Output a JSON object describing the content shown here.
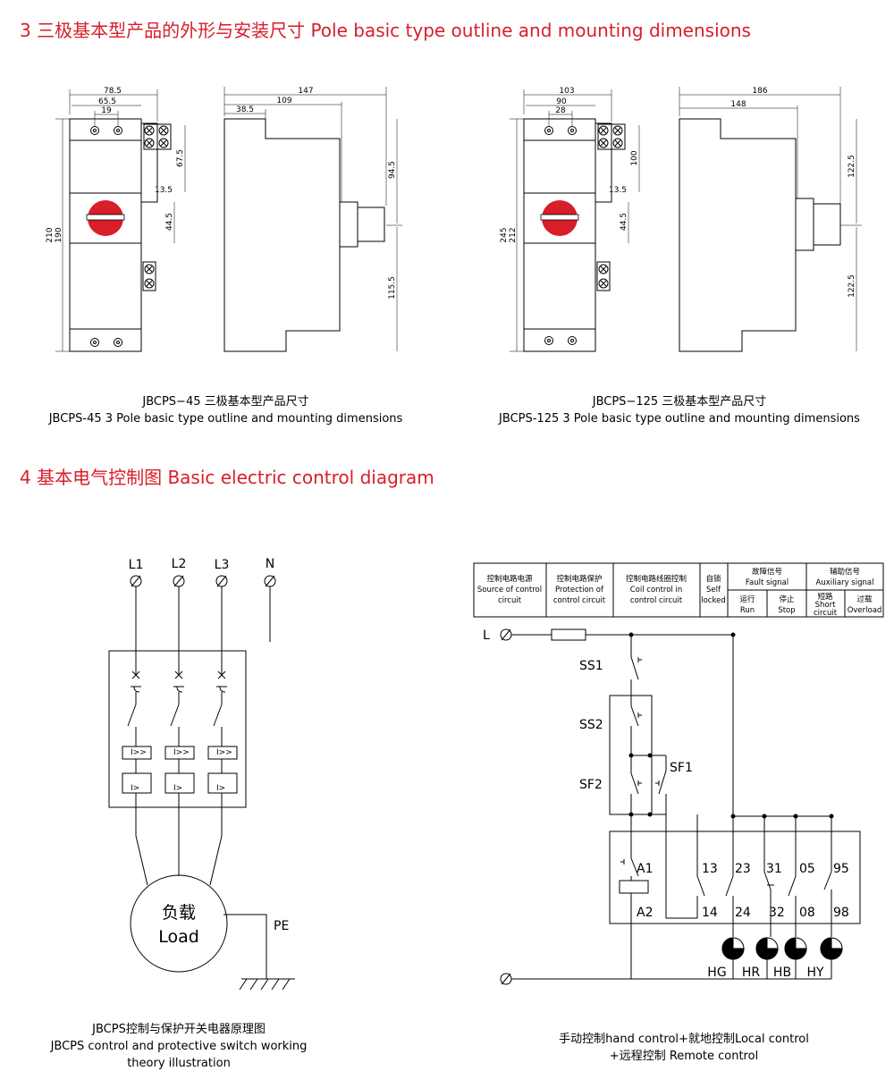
{
  "section3": {
    "title": "3  三极基本型产品的外形与安装尺寸 Pole basic type outline and mounting dimensions"
  },
  "section4": {
    "title": "4  基本电气控制图 Basic electric control diagram"
  },
  "jb45": {
    "caption_cn": "JBCPS−45 三极基本型产品尺寸",
    "caption_en": "JBCPS-45 3 Pole basic type outline and mounting dimensions",
    "front_dims": {
      "w1": "78.5",
      "w2": "65.5",
      "w3": "19",
      "h1": "210",
      "h2": "190",
      "r1": "67.5",
      "r2": "13.5",
      "r3": "44.5"
    },
    "side_dims": {
      "d1": "147",
      "d2": "109",
      "d3": "38.5",
      "h1": "94.5",
      "h2": "115.5"
    }
  },
  "jb125": {
    "caption_cn": "JBCPS−125 三极基本型产品尺寸",
    "caption_en": "JBCPS-125 3 Pole basic type outline and mounting dimensions",
    "front_dims": {
      "w1": "103",
      "w2": "90",
      "w3": "28",
      "h1": "245",
      "h2": "212",
      "r1": "100",
      "r2": "13.5",
      "r3": "44.5"
    },
    "side_dims": {
      "d1": "186",
      "d2": "148",
      "h1": "122.5",
      "h2": "122.5"
    }
  },
  "wiring": {
    "phases": [
      "L1",
      "L2",
      "L3",
      "N"
    ],
    "load_cn": "负载",
    "load_en": "Load",
    "pe": "PE",
    "caption_line1": "JBCPS控制与保护开关电器原理图",
    "caption_line2": "JBCPS control and protective switch working",
    "caption_line3": "theory illustration"
  },
  "control": {
    "table": {
      "col1_cn": "控制电路电源",
      "col1_en1": "Source of control",
      "col1_en2": "circuit",
      "col2_cn": "控制电路保护",
      "col2_en1": "Protection of",
      "col2_en2": "control circuit",
      "col3_cn": "控制电路线圈控制",
      "col3_en1": "Coil control in",
      "col3_en2": "control circuit",
      "col4_cn": "自锁",
      "col4_en1": "Self",
      "col4_en2": "locked",
      "fault_cn": "故障信号",
      "fault_en": "Fault signal",
      "aux_cn": "辅助信号",
      "aux_en": "Auxiliary signal",
      "run_cn": "运行",
      "run_en": "Run",
      "stop_cn": "停止",
      "stop_en": "Stop",
      "short_cn": "短路",
      "short_en1": "Short",
      "short_en2": "circuit",
      "over_cn": "过载",
      "over_en": "Overload"
    },
    "labels": {
      "L": "L",
      "SS1": "SS1",
      "SS2": "SS2",
      "SF2": "SF2",
      "SF1": "SF1",
      "A1": "A1",
      "A2": "A2"
    },
    "terminals_top": [
      "13",
      "23",
      "31",
      "05",
      "95"
    ],
    "terminals_bottom": [
      "14",
      "24",
      "32",
      "08",
      "98"
    ],
    "lamps": [
      "HG",
      "HR",
      "HB",
      "HY"
    ],
    "caption_line1": "手动控制hand control+就地控制Local control",
    "caption_line2": "+远程控制  Remote control"
  }
}
